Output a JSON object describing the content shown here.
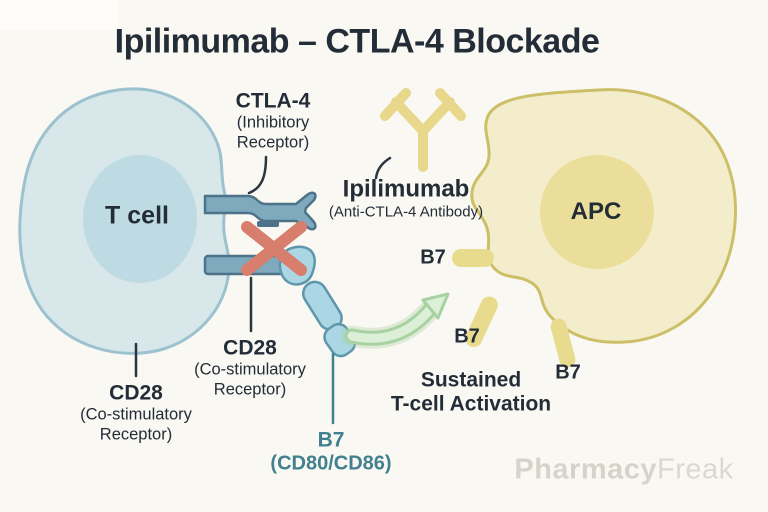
{
  "title": "Ipilimumab – CTLA-4 Blockade",
  "cells": {
    "t_cell": {
      "label": "T cell"
    },
    "apc": {
      "label": "APC"
    }
  },
  "labels": {
    "ctla4": {
      "name": "CTLA-4",
      "desc_line1": "(Inhibitory",
      "desc_line2": "Receptor)"
    },
    "ipilimumab": {
      "name": "Ipilimumab",
      "desc": "(Anti-CTLA-4 Antibody)"
    },
    "cd28_left": {
      "name": "CD28",
      "desc_line1": "(Co-stimulatory",
      "desc_line2": "Receptor)"
    },
    "cd28_mid": {
      "name": "CD28",
      "desc_line1": "(Co-stimulatory",
      "desc_line2": "Receptor)"
    },
    "b7_ligand": {
      "name": "B7",
      "desc": "(CD80/CD86)"
    },
    "b7_marks": [
      "B7",
      "B7",
      "B7"
    ],
    "outcome_line1": "Sustained",
    "outcome_line2": "T-cell Activation"
  },
  "watermark": {
    "bold": "Pharmacy",
    "light": "Freak"
  },
  "colors": {
    "background": "#faf8f2",
    "ink": "#232d38",
    "teal_label": "#41808f",
    "t_cell_body": "#d7e7ea",
    "t_cell_border": "#9cc2cf",
    "t_cell_nucleus": "#bedae3",
    "apc_body": "#f4edcb",
    "apc_border": "#ccbf68",
    "apc_nucleus": "#ebde9a",
    "apc_stub": "#e9db8e",
    "receptor_fill": "#7fa9bc",
    "receptor_stroke": "#4c7389",
    "ligand_fill": "#abd7e4",
    "ligand_stroke": "#5e97ac",
    "x_mark": "#d87e6d",
    "arrow_fill": "#dcefd7",
    "arrow_stroke": "#a9d2a3",
    "antibody": "#e8d88c",
    "connector": "#2b3540",
    "watermark_gray": "#d6d3cb"
  }
}
